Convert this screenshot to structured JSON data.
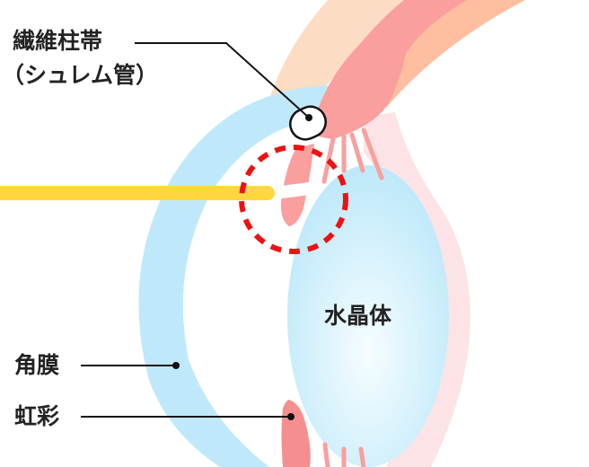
{
  "labels": {
    "trabecular_meshwork": "繊維柱帯",
    "schlemm_canal": "（シュレム管）",
    "lens": "水晶体",
    "cornea": "角膜",
    "iris": "虹彩"
  },
  "colors": {
    "sclera": "#fddcc4",
    "sclera_outer": "#ffbe9f",
    "ciliary_body": "#fa9e9e",
    "zonule": "#fde3e5",
    "cornea": "#bfe9fa",
    "lens_center": "#f4fcff",
    "lens_edge": "#bfe9fa",
    "needle": "#ffd640",
    "highlight_circle": "#ee1111"
  }
}
